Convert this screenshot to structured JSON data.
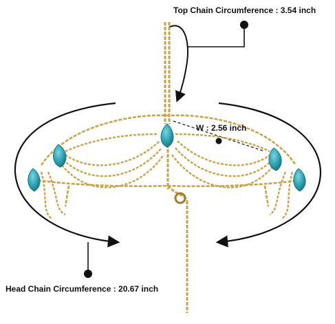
{
  "labels": {
    "top_chain": "Top Chain Circumference :  3.54 inch",
    "width": "W :  2.56 inch",
    "head_chain": "Head Chain Circumference : 20.67 inch"
  },
  "colors": {
    "gold": "#c9a24a",
    "gold_dark": "#a27c2a",
    "turquoise": "#2fa6b5",
    "turquoise_dark": "#1d7c8a",
    "annotation": "#111111"
  }
}
